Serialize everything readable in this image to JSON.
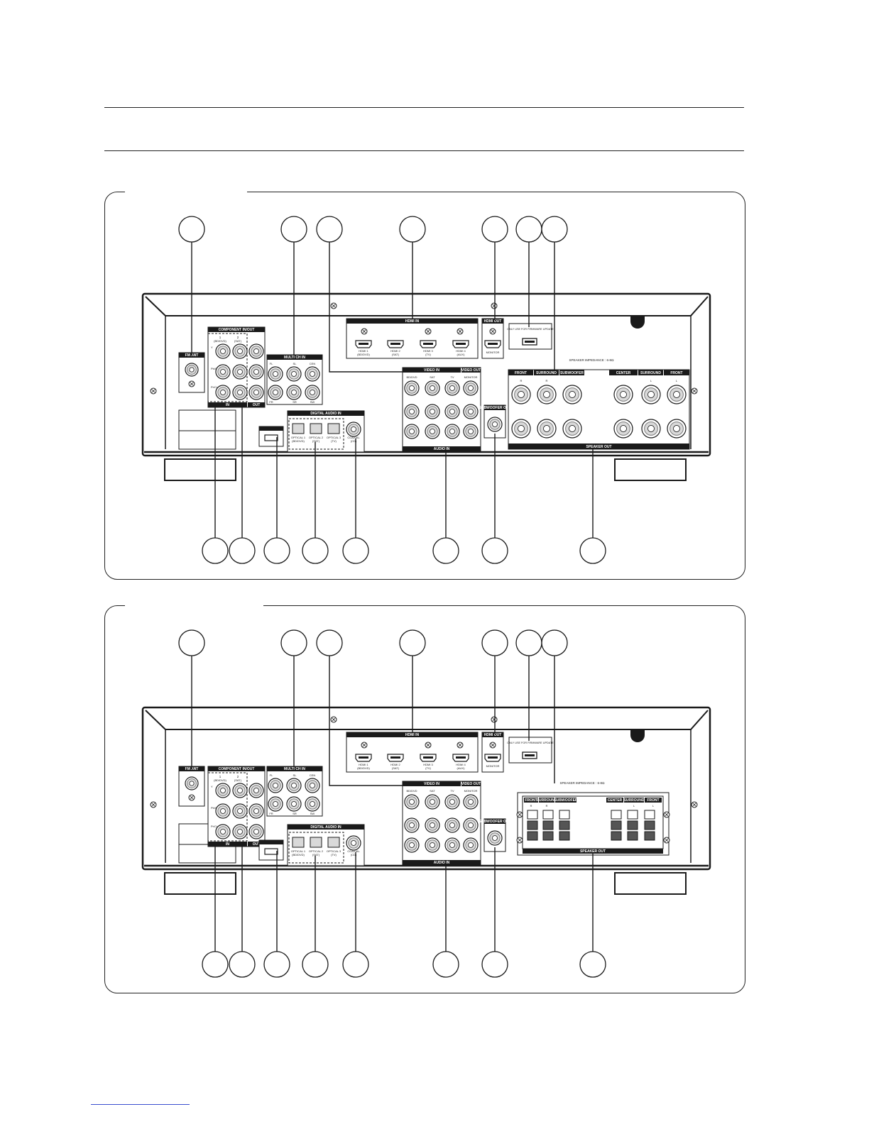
{
  "panels": [
    {
      "id": "panel-1",
      "speaker_type": "binding-post",
      "labels": {
        "fm_ant": "FM ANT",
        "component_in_out": "COMPONENT IN/OUT",
        "comp_col1": "1",
        "comp_col1_sub": "(BD/DVD)",
        "comp_col2": "2",
        "comp_col2_sub": "(SAT)",
        "comp_y": "Y",
        "comp_pb": "Pb/Cb",
        "comp_pr": "Pr/Cr",
        "comp_in": "IN",
        "comp_out": "OUT",
        "multich_in": "MULTI CH IN",
        "mc_fl": "FL",
        "mc_sl": "SL",
        "mc_cen": "CEN",
        "mc_fr": "FR",
        "mc_sr": "SR",
        "mc_sw": "SW",
        "hdmi_in": "HDMI IN",
        "hdmi1": "HDMI 1",
        "hdmi1_sub": "(BD/DVD)",
        "hdmi2": "HDMI 2",
        "hdmi2_sub": "(SAT)",
        "hdmi3": "HDMI 3",
        "hdmi3_sub": "(TV)",
        "hdmi4": "HDMI 4",
        "hdmi4_sub": "(AUX)",
        "hdmi_out": "HDMI OUT",
        "monitor": "MONITOR",
        "usb_note": "ONLY USE FOR FIRMWARE UPDATE",
        "digital_audio_in": "DIGITAL AUDIO IN",
        "optical1": "OPTICAL 1",
        "optical1_sub": "(BD/DVD)",
        "optical2": "OPTICAL 2",
        "optical2_sub": "(SAT)",
        "optical3": "OPTICAL 3",
        "optical3_sub": "(TV)",
        "coaxial": "COAXIAL",
        "coaxial_sub": "(CD)",
        "video_in": "VIDEO IN",
        "video_out": "VIDEO OUT",
        "vi_bddvd": "BD/DVD",
        "vi_sat": "SAT",
        "vi_tv": "TV",
        "vi_monitor": "MONITOR",
        "audio_in": "AUDIO IN",
        "subwoofer_out": "SUBWOOFER OUT",
        "speaker_impedance": "SPEAKER IMPEDANCE : 6-8Ω",
        "sp_front_r": "FRONT",
        "sp_surround_r": "SURROUND",
        "sp_subwoofer": "SUBWOOFER",
        "sp_center": "CENTER",
        "sp_surround_l": "SURROUND",
        "sp_front_l": "FRONT",
        "sp_r": "R",
        "sp_l": "L",
        "speaker_out": "SPEAKER OUT"
      }
    },
    {
      "id": "panel-2",
      "speaker_type": "spring-clip",
      "labels": {
        "fm_ant": "FM ANT",
        "component_in_out": "COMPONENT IN/OUT",
        "comp_col1": "1",
        "comp_col1_sub": "(BD/DVD)",
        "comp_col2": "2",
        "comp_col2_sub": "(SAT)",
        "comp_y": "Y",
        "comp_pb": "Pb/Cb",
        "comp_pr": "Pr/Cr",
        "comp_in": "IN",
        "comp_out": "OUT",
        "multich_in": "MULTI CH IN",
        "mc_fl": "FL",
        "mc_sl": "SL",
        "mc_cen": "CEN",
        "mc_fr": "FR",
        "mc_sr": "SR",
        "mc_sw": "SW",
        "hdmi_in": "HDMI IN",
        "hdmi1": "HDMI 1",
        "hdmi1_sub": "(BD/DVD)",
        "hdmi2": "HDMI 2",
        "hdmi2_sub": "(SAT)",
        "hdmi3": "HDMI 3",
        "hdmi3_sub": "(TV)",
        "hdmi4": "HDMI 4",
        "hdmi4_sub": "(AUX)",
        "hdmi_out": "HDMI OUT",
        "monitor": "MONITOR",
        "usb_note": "ONLY USE FOR FIRMWARE UPDATE",
        "digital_audio_in": "DIGITAL AUDIO IN",
        "optical1": "OPTICAL 1",
        "optical1_sub": "(BD/DVD)",
        "optical2": "OPTICAL 2",
        "optical2_sub": "(SAT)",
        "optical3": "OPTICAL 3",
        "optical3_sub": "(TV)",
        "coaxial": "COAXIAL",
        "coaxial_sub": "(CD)",
        "video_in": "VIDEO IN",
        "video_out": "VIDEO OUT",
        "vi_bddvd": "BD/DVD",
        "vi_sat": "SAT",
        "vi_tv": "TV",
        "vi_monitor": "MONITOR",
        "audio_in": "AUDIO IN",
        "subwoofer_out": "SUBWOOFER OUT",
        "speaker_impedance": "SPEAKER IMPEDANCE : 6-8Ω",
        "sp_front_r": "FRONT",
        "sp_surround_r": "SURROUND",
        "sp_subwoofer": "SUBWOOFER",
        "sp_center": "CENTER",
        "sp_surround_l": "SURROUND",
        "sp_front_l": "FRONT",
        "sp_r": "R",
        "sp_l": "L",
        "speaker_out": "SPEAKER OUT"
      }
    }
  ],
  "colors": {
    "line": "#1a1a1a",
    "label_bar": "#1a1a1a",
    "jack_fill": "#d9d9d9",
    "jack_ring": "#7a7a7a",
    "callout": "#ffffff"
  }
}
